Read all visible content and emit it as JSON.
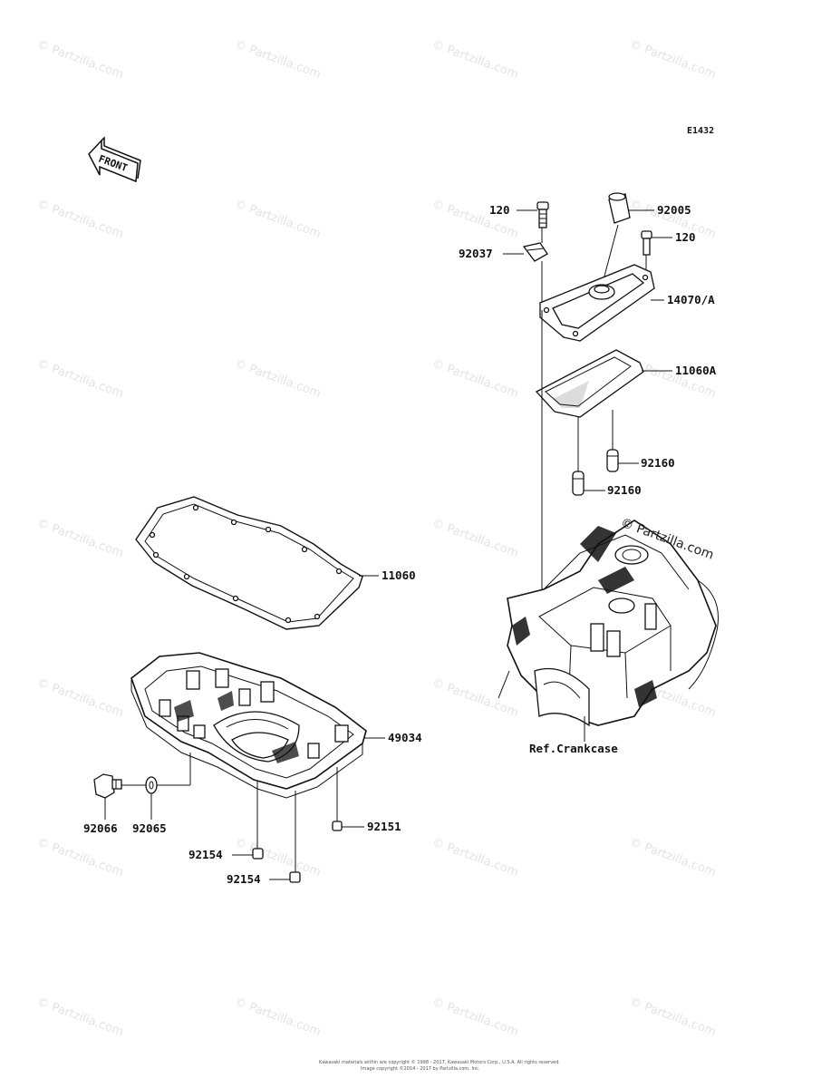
{
  "diagram_code": "E1432",
  "front_label": "FRONT",
  "watermark": "© Partzilla.com",
  "reference_label": "Ref.Crankcase",
  "footer_text_1": "Kawasaki materials within are copyright © 1998 - 2017, Kawasaki Motors Corp., U.S.A. All rights reserved.",
  "footer_text_2": "Image copyright ©2014 - 2017 by Partzilla.com, Inc.",
  "callouts": {
    "c120a": "120",
    "c92005": "92005",
    "c120b": "120",
    "c92037": "92037",
    "c14070": "14070/A",
    "c11060A": "11060A",
    "c92160a": "92160",
    "c92160b": "92160",
    "c11060": "11060",
    "c49034": "49034",
    "c92066": "92066",
    "c92065": "92065",
    "c92151": "92151",
    "c92154a": "92154",
    "c92154b": "92154"
  }
}
